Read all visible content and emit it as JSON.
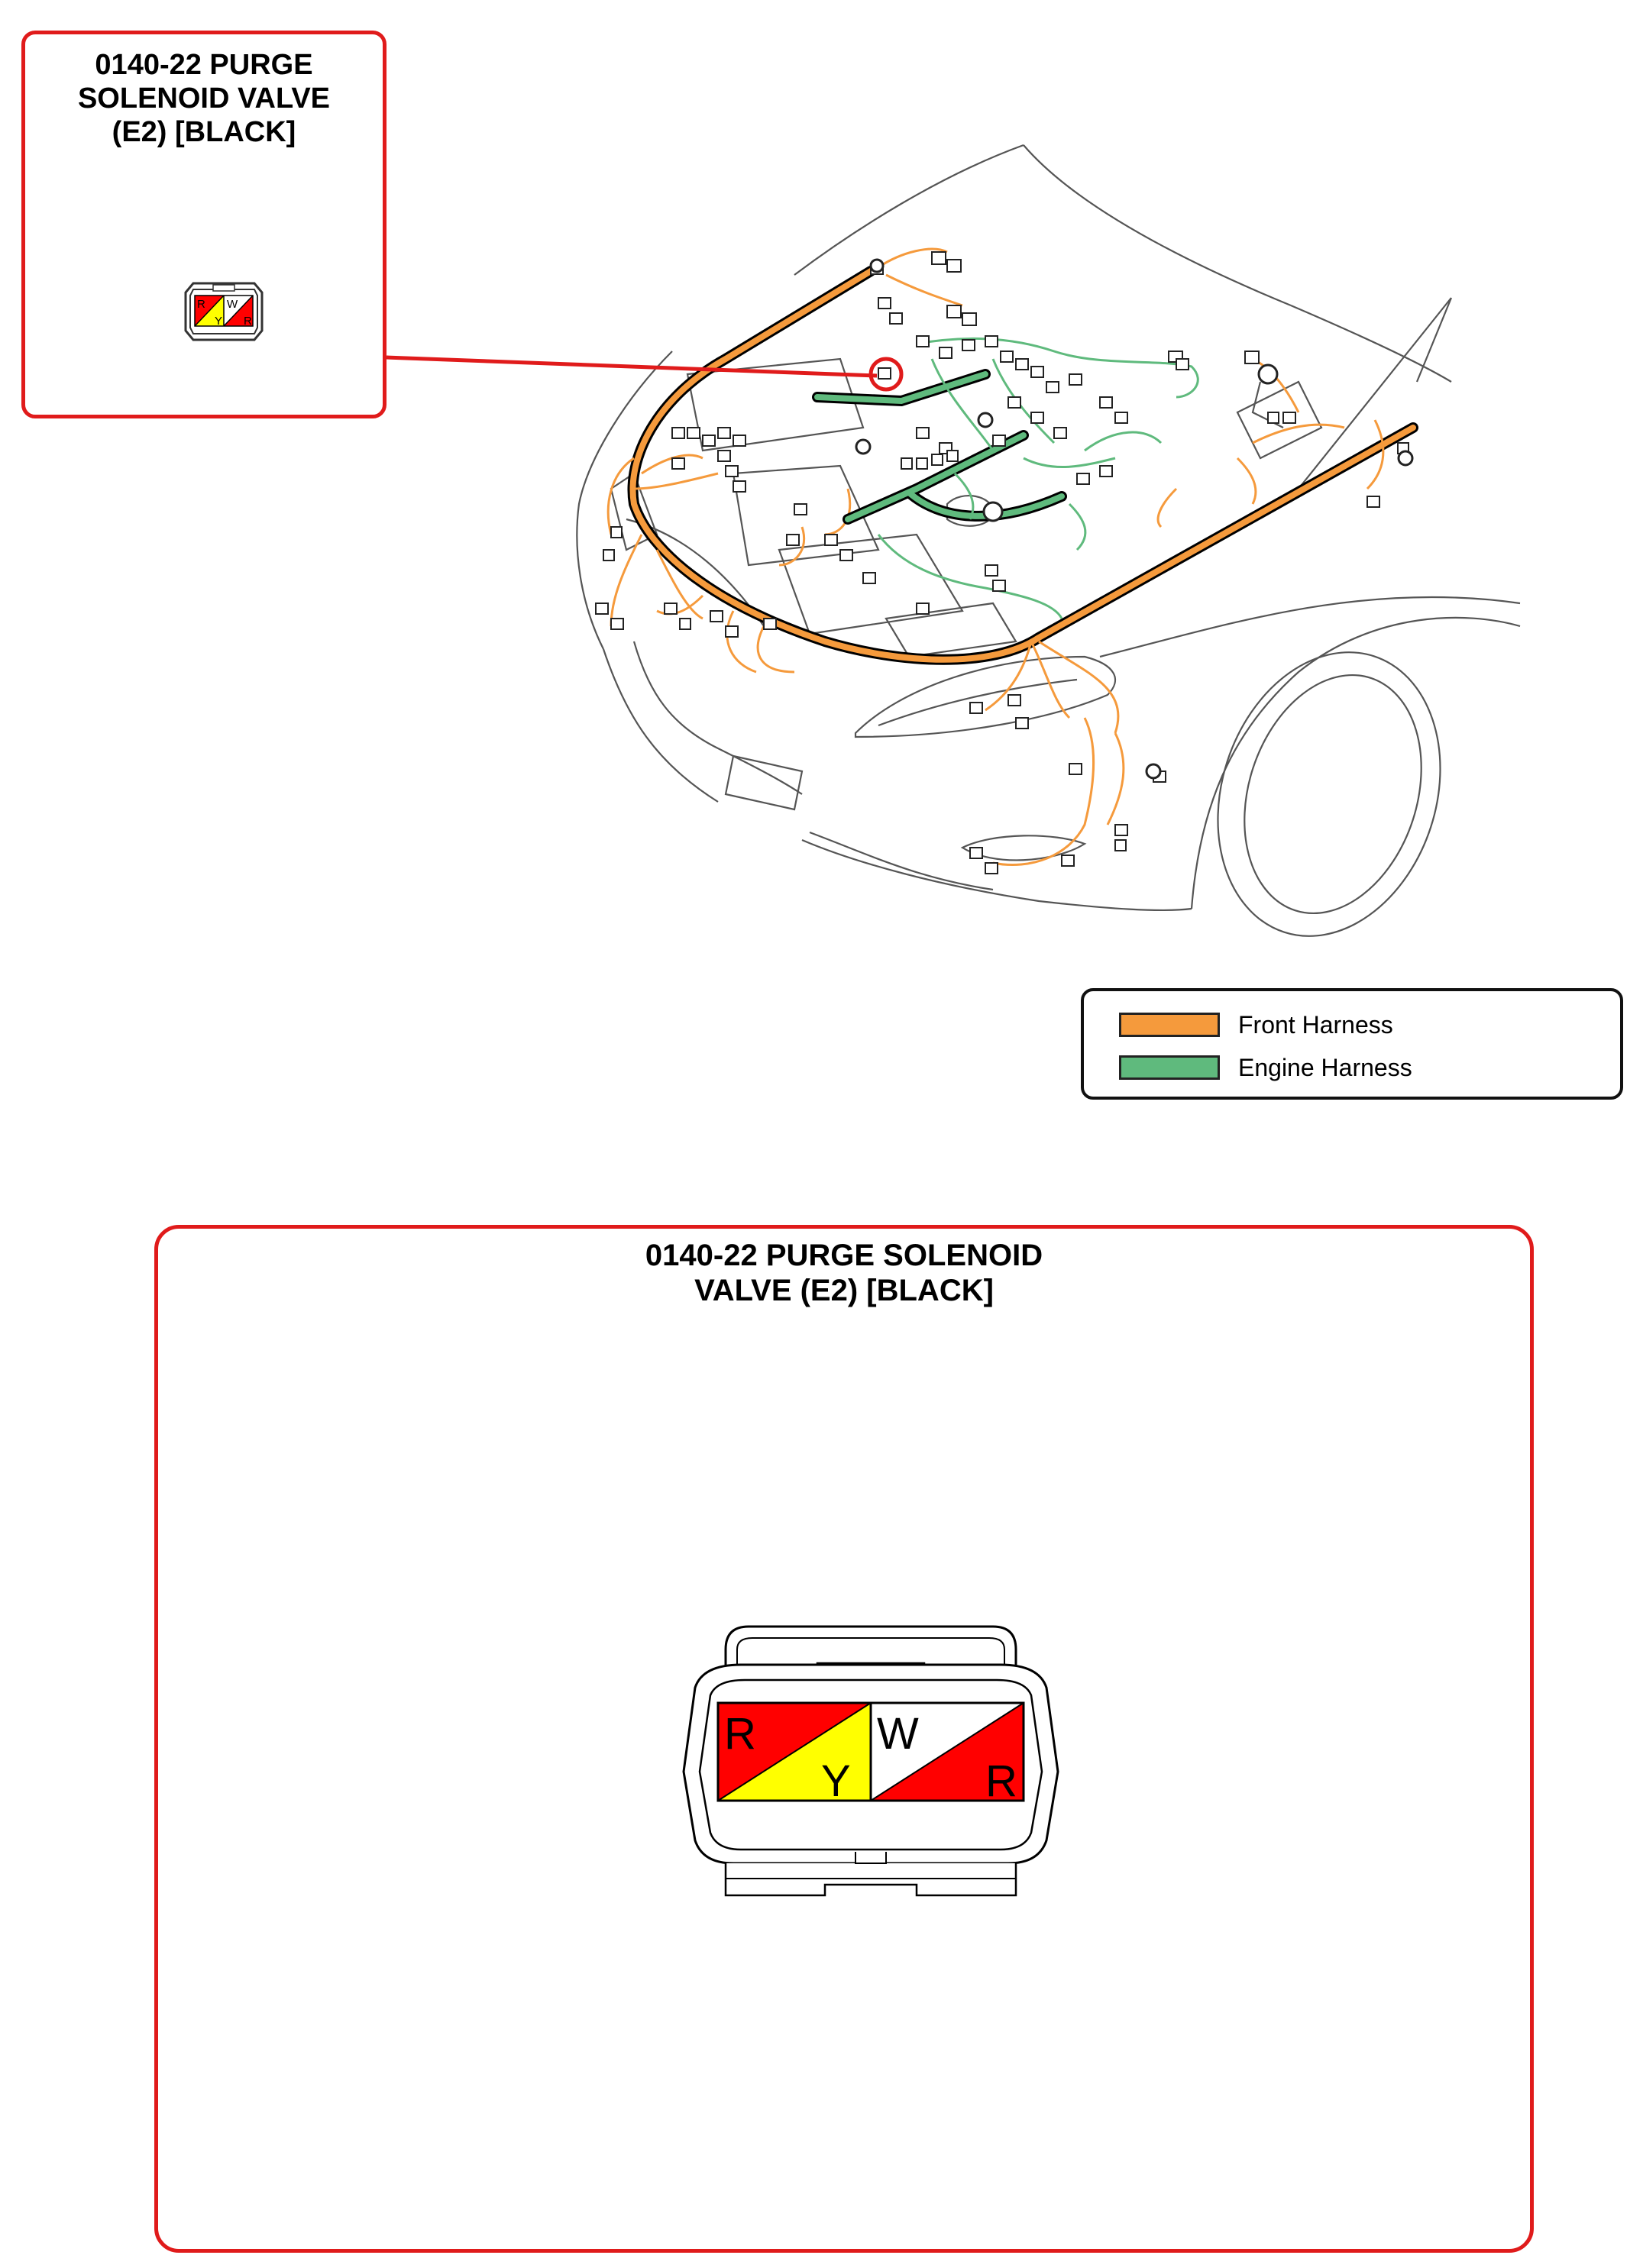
{
  "callout": {
    "title_lines": [
      "0140-22 PURGE",
      "SOLENOID VALVE",
      "(E2) [BLACK]"
    ]
  },
  "detail": {
    "title_lines": [
      "0140-22 PURGE SOLENOID",
      "VALVE (E2) [BLACK]"
    ]
  },
  "connector": {
    "pins": [
      {
        "label": "R",
        "color": "#ff0000"
      },
      {
        "label": "Y",
        "color": "#ffff00"
      },
      {
        "label": "W",
        "color": "#ffffff"
      },
      {
        "label": "R",
        "color": "#ff0000"
      }
    ]
  },
  "legend": {
    "items": [
      {
        "label": "Front Harness",
        "color": "#f59a3c"
      },
      {
        "label": "Engine Harness",
        "color": "#5fba7d"
      }
    ]
  },
  "colors": {
    "panel_border": "#e01b1b",
    "callout_line": "#e01b1b",
    "front_harness": "#f59a3c",
    "engine_harness": "#5fba7d"
  }
}
